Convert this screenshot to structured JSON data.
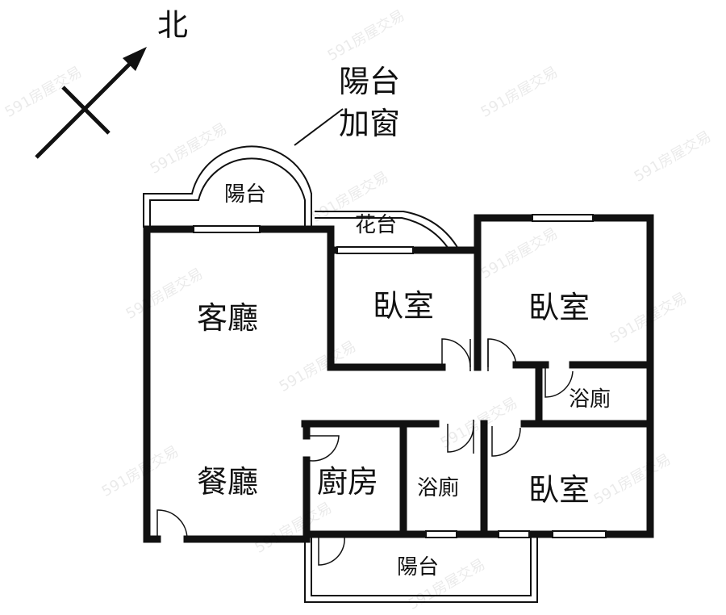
{
  "compass": {
    "north_label": "北"
  },
  "annotation": {
    "line1": "陽台",
    "line2": "加窗"
  },
  "rooms": {
    "balcony_top": "陽台",
    "flower_bed": "花台",
    "living_room": "客廳",
    "bedroom_1": "臥室",
    "bedroom_2": "臥室",
    "bathroom_1": "浴廁",
    "dining_room": "餐廳",
    "kitchen": "廚房",
    "bathroom_2": "浴廁",
    "bedroom_3": "臥室",
    "balcony_bottom": "陽台"
  },
  "watermark": "591房屋交易"
}
